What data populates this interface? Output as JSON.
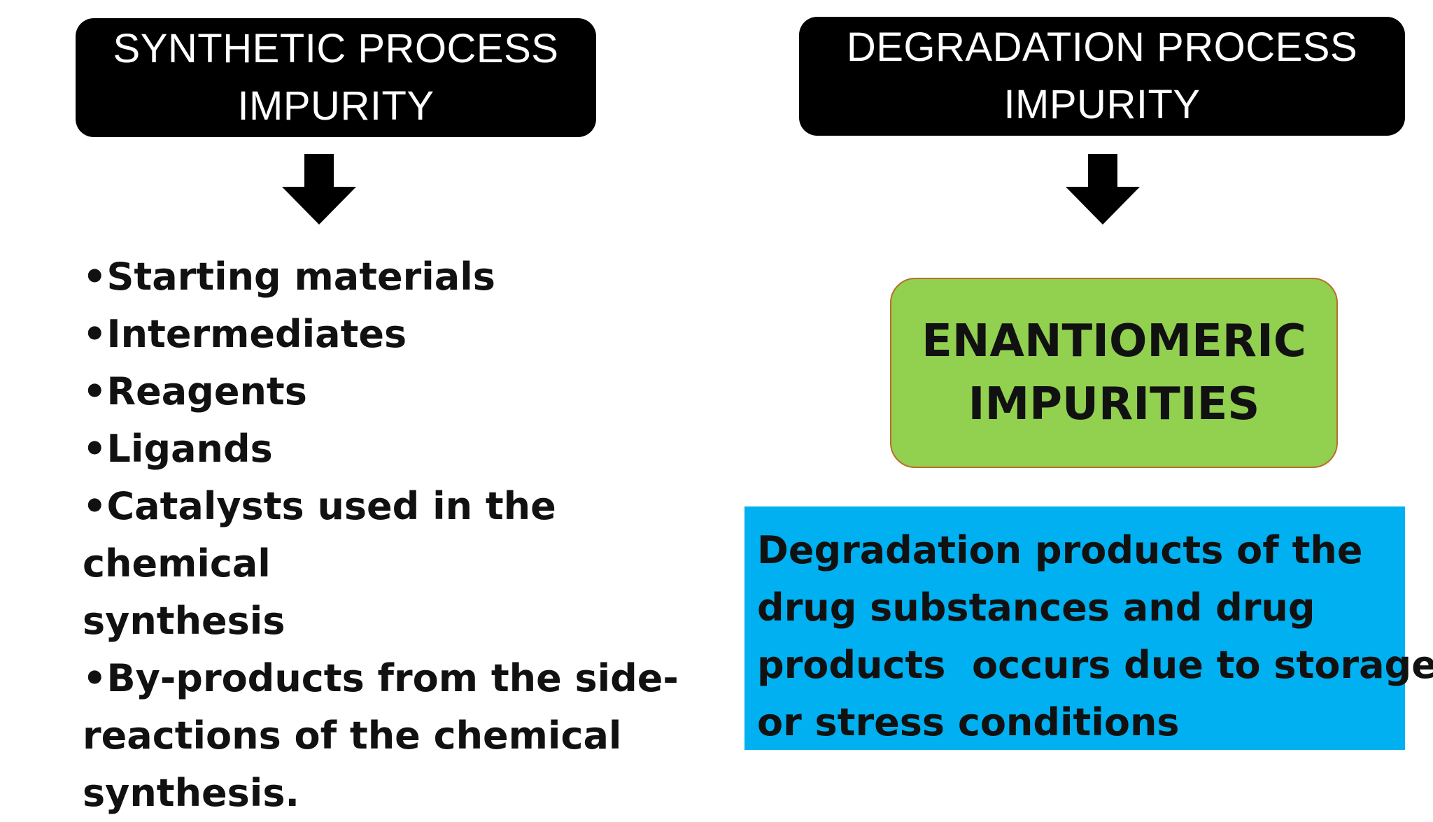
{
  "left_header": {
    "line1": "SYNTHETIC PROCESS",
    "line2": "IMPURITY"
  },
  "right_header": {
    "line1": "DEGRADATION PROCESS",
    "line2": "IMPURITY"
  },
  "synthetic_items": [
    {
      "bullet": "•",
      "text": "Starting materials",
      "continuation": ""
    },
    {
      "bullet": "•",
      "text": "Intermediates",
      "continuation": ""
    },
    {
      "bullet": "•",
      "text": "Reagents",
      "continuation": ""
    },
    {
      "bullet": "•",
      "text": "Ligands",
      "continuation": ""
    },
    {
      "bullet": "•",
      "text": "Catalysts used in the chemical",
      "continuation": "synthesis"
    },
    {
      "bullet": "•",
      "text": "By-products from the side-",
      "continuation": "reactions of the chemical",
      "continuation2": "synthesis."
    }
  ],
  "enantiomeric": {
    "line1": "ENANTIOMERIC",
    "line2": "IMPURITIES"
  },
  "degradation_text": {
    "line1": "Degradation products of the",
    "line2": "drug substances and drug",
    "line3": "products  occurs due to storage",
    "line4": "or stress conditions"
  },
  "colors": {
    "header_bg": "#000000",
    "enantiomeric_bg": "#92d050",
    "degradation_bg": "#00b0f0"
  }
}
